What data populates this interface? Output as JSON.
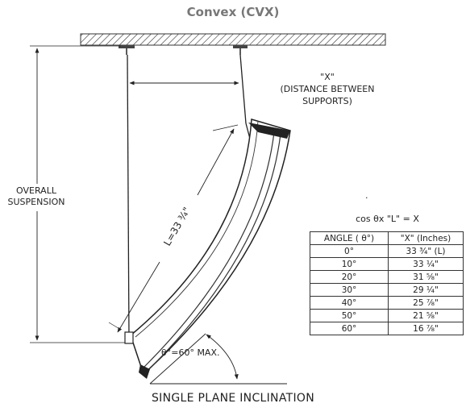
{
  "title": "Convex (CVX)",
  "labels": {
    "x_quote": "\"X\"",
    "distance_between": "(DISTANCE BETWEEN",
    "supports": "SUPPORTS)",
    "overall": "OVERALL",
    "suspension": "SUSPENSION",
    "length": "L=33 ³⁄₄\"",
    "theta_max": "θ°=60° MAX.",
    "dot": "."
  },
  "formula": "cos θx \"L\" = X",
  "table": {
    "headers": [
      "ANGLE ( θ°)",
      "\"X\" (Inches)"
    ],
    "rows": [
      [
        "0°",
        "33 ³⁄₄\" (L)"
      ],
      [
        "10°",
        "33 ¹⁄₄\""
      ],
      [
        "20°",
        "31 ⁵⁄₈\""
      ],
      [
        "30°",
        "29 ¹⁄₄\""
      ],
      [
        "40°",
        "25 ⁷⁄₈\""
      ],
      [
        "50°",
        "21 ⁵⁄₈\""
      ],
      [
        "60°",
        "16 ⁷⁄₈\""
      ]
    ]
  },
  "caption": "SINGLE PLANE INCLINATION"
}
